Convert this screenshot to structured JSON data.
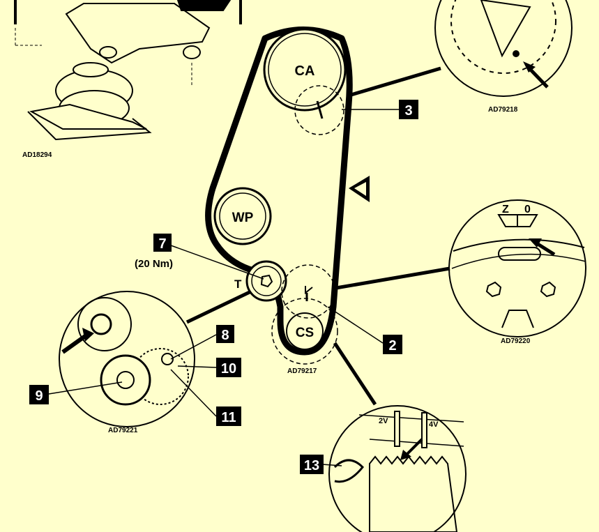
{
  "pulleys": {
    "camshaft": "CA",
    "water_pump": "WP",
    "tensioner": "T",
    "crankshaft": "CS"
  },
  "callouts": {
    "c2": "2",
    "c3": "3",
    "c7": "7",
    "c8": "8",
    "c9": "9",
    "c10": "10",
    "c11": "11",
    "c13": "13"
  },
  "torque": "(20 Nm)",
  "figure_codes": {
    "mount": "AD18294",
    "cam_detail": "AD79218",
    "main": "AD79217",
    "crank_detail": "AD79220",
    "tensioner_detail": "AD79221"
  },
  "marks": {
    "z": "Z",
    "zero": "0",
    "two_v": "2V",
    "four_v": "4V"
  },
  "colors": {
    "background": "#ffffcc",
    "ink": "#000000"
  }
}
